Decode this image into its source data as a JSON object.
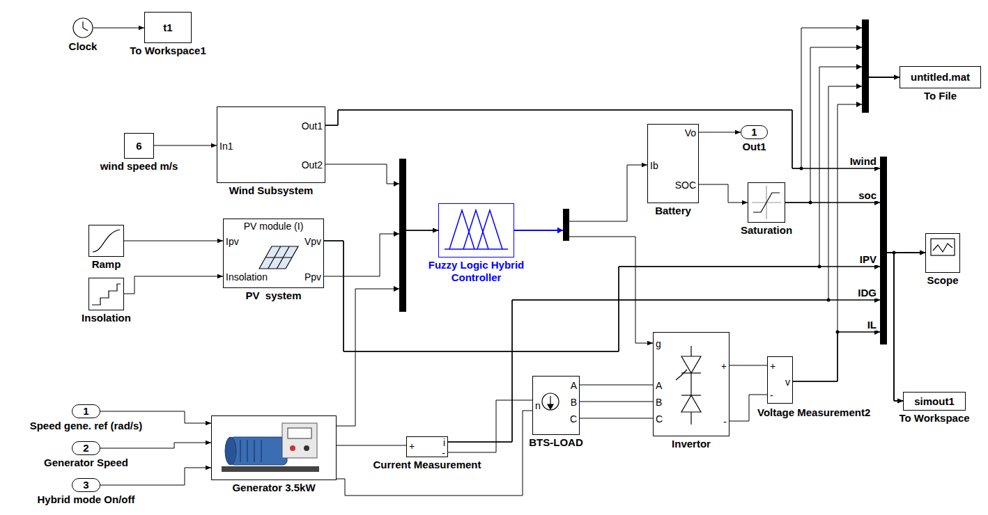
{
  "diagram": {
    "nodes": [
      {
        "text": [
          "Clock"
        ]
      },
      {
        "text": [
          "t1",
          "To Workspace1"
        ]
      },
      {
        "text": [
          "6",
          "wind speed m/s"
        ]
      },
      {
        "text": [
          "In1",
          "Out1",
          "Out2",
          "Wind Subsystem"
        ]
      },
      {
        "text": [
          "Ramp"
        ]
      },
      {
        "text": [
          "Insolation"
        ]
      },
      {
        "text": [
          "PV module (I)",
          "Ipv",
          "Vpv",
          "Insolation",
          "Ppv",
          "PV  system"
        ]
      },
      {
        "text": [
          "Fuzzy Logic Hybrid Controller"
        ]
      },
      {
        "text": [
          "Ib",
          "Vo",
          "SOC",
          "Battery"
        ]
      },
      {
        "text": [
          "1",
          "Out1"
        ]
      },
      {
        "text": [
          "Saturation"
        ]
      },
      {
        "text": [
          "untitled.mat",
          "To File"
        ]
      },
      {
        "text": [
          "Scope"
        ]
      },
      {
        "text": [
          "simout1",
          "To Workspace"
        ]
      },
      {
        "text": [
          "1",
          "Speed gene. ref (rad/s)"
        ]
      },
      {
        "text": [
          "2",
          "Generator Speed"
        ]
      },
      {
        "text": [
          "3",
          "Hybrid mode On/off"
        ]
      },
      {
        "text": [
          "Generator 3.5kW"
        ]
      },
      {
        "text": [
          "+",
          "i",
          "-",
          "Current Measurement"
        ]
      },
      {
        "text": [
          "n",
          "A",
          "B",
          "C",
          "BTS-LOAD"
        ]
      },
      {
        "text": [
          "g",
          "A",
          "B",
          "C",
          "+",
          "-",
          "Invertor"
        ]
      },
      {
        "text": [
          "+",
          "v",
          "-",
          "Voltage Measurement2"
        ]
      }
    ],
    "edges": [
      {
        "from": 0,
        "to": 1,
        "arrow": "to"
      },
      {
        "from": 2,
        "to": 3,
        "arrow": "to"
      },
      {
        "from": 3,
        "to": 7,
        "arrow": "to"
      },
      {
        "from": 4,
        "to": 6,
        "arrow": "to"
      },
      {
        "from": 5,
        "to": 6,
        "arrow": "to"
      },
      {
        "from": 6,
        "to": 7,
        "arrow": "to"
      },
      {
        "from": 17,
        "to": 7,
        "arrow": "to"
      },
      {
        "from": 7,
        "to": 8,
        "arrow": "to"
      },
      {
        "from": 7,
        "to": 20,
        "arrow": "to"
      },
      {
        "from": 8,
        "to": 9,
        "arrow": "to"
      },
      {
        "from": 8,
        "to": 10,
        "arrow": "to"
      },
      {
        "from": 14,
        "to": 17,
        "arrow": "to"
      },
      {
        "from": 15,
        "to": 17,
        "arrow": "to"
      },
      {
        "from": 16,
        "to": 17,
        "arrow": "to"
      },
      {
        "from": 17,
        "to": 18,
        "arrow": "none"
      },
      {
        "from": 18,
        "to": 19,
        "arrow": "none"
      },
      {
        "from": 17,
        "to": 19,
        "arrow": "none"
      },
      {
        "from": 19,
        "to": 20,
        "arrow": "none"
      },
      {
        "from": 19,
        "to": 20,
        "arrow": "none"
      },
      {
        "from": 19,
        "to": 20,
        "arrow": "none"
      },
      {
        "from": 20,
        "to": 21,
        "arrow": "none"
      },
      {
        "from": 20,
        "to": 21,
        "arrow": "none"
      },
      {
        "from": 3,
        "to": 12,
        "arrow": "to",
        "label": "Iwind"
      },
      {
        "from": 10,
        "to": 12,
        "arrow": "to",
        "label": "soc"
      },
      {
        "from": 6,
        "to": 12,
        "arrow": "to",
        "label": "IPV"
      },
      {
        "from": 18,
        "to": 12,
        "arrow": "to",
        "label": "IDG"
      },
      {
        "from": 21,
        "to": 12,
        "arrow": "to",
        "label": "IL"
      },
      {
        "from": 3,
        "to": 11,
        "arrow": "to"
      },
      {
        "from": 10,
        "to": 11,
        "arrow": "to"
      },
      {
        "from": 6,
        "to": 11,
        "arrow": "to"
      },
      {
        "from": 18,
        "to": 11,
        "arrow": "to"
      },
      {
        "from": 21,
        "to": 11,
        "arrow": "to"
      },
      {
        "from": 3,
        "to": 13,
        "arrow": "to"
      },
      {
        "from": 10,
        "to": 13,
        "arrow": "to"
      },
      {
        "from": 6,
        "to": 13,
        "arrow": "to"
      },
      {
        "from": 18,
        "to": 13,
        "arrow": "to"
      },
      {
        "from": 21,
        "to": 13,
        "arrow": "to"
      }
    ]
  }
}
